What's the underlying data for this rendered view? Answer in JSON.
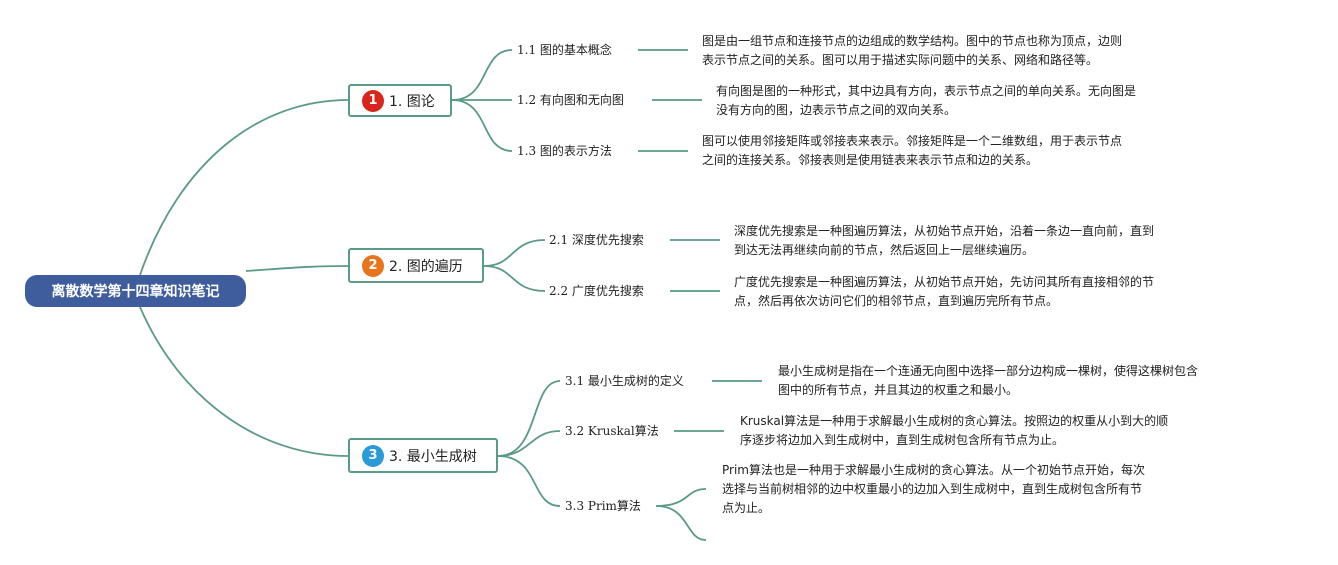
{
  "root": {
    "label": "离散数学第十四章知识笔记"
  },
  "topics": [
    {
      "number": "1",
      "label": "1. 图论",
      "badge_color": "#d9261c",
      "subtopics": [
        {
          "label": "1.1 图的基本概念",
          "description": "图是由一组节点和连接节点的边组成的数学结构。图中的节点也称为顶点，边则\n表示节点之间的关系。图可以用于描述实际问题中的关系、网络和路径等。"
        },
        {
          "label": "1.2 有向图和无向图",
          "description": "有向图是图的一种形式，其中边具有方向，表示节点之间的单向关系。无向图是\n没有方向的图，边表示节点之间的双向关系。"
        },
        {
          "label": "1.3 图的表示方法",
          "description": "图可以使用邻接矩阵或邻接表来表示。邻接矩阵是一个二维数组，用于表示节点\n之间的连接关系。邻接表则是使用链表来表示节点和边的关系。"
        }
      ]
    },
    {
      "number": "2",
      "label": "2. 图的遍历",
      "badge_color": "#e8741c",
      "subtopics": [
        {
          "label": "2.1 深度优先搜索",
          "description": "深度优先搜索是一种图遍历算法，从初始节点开始，沿着一条边一直向前，直到\n到达无法再继续向前的节点，然后返回上一层继续遍历。"
        },
        {
          "label": "2.2 广度优先搜索",
          "description": "广度优先搜索是一种图遍历算法，从初始节点开始，先访问其所有直接相邻的节\n点，然后再依次访问它们的相邻节点，直到遍历完所有节点。"
        }
      ]
    },
    {
      "number": "3",
      "label": "3. 最小生成树",
      "badge_color": "#2b9ad8",
      "subtopics": [
        {
          "label": "3.1 最小生成树的定义",
          "description": "最小生成树是指在一个连通无向图中选择一部分边构成一棵树，使得这棵树包含\n图中的所有节点，并且其边的权重之和最小。"
        },
        {
          "label": "3.2 Kruskal算法",
          "description": "Kruskal算法是一种用于求解最小生成树的贪心算法。按照边的权重从小到大的顺\n序逐步将边加入到生成树中，直到生成树包含所有节点为止。"
        },
        {
          "label": "3.3 Prim算法",
          "description": "Prim算法也是一种用于求解最小生成树的贪心算法。从一个初始节点开始，每次\n选择与当前树相邻的边中权重最小的边加入到生成树中，直到生成树包含所有节\n点为止。"
        }
      ]
    }
  ]
}
